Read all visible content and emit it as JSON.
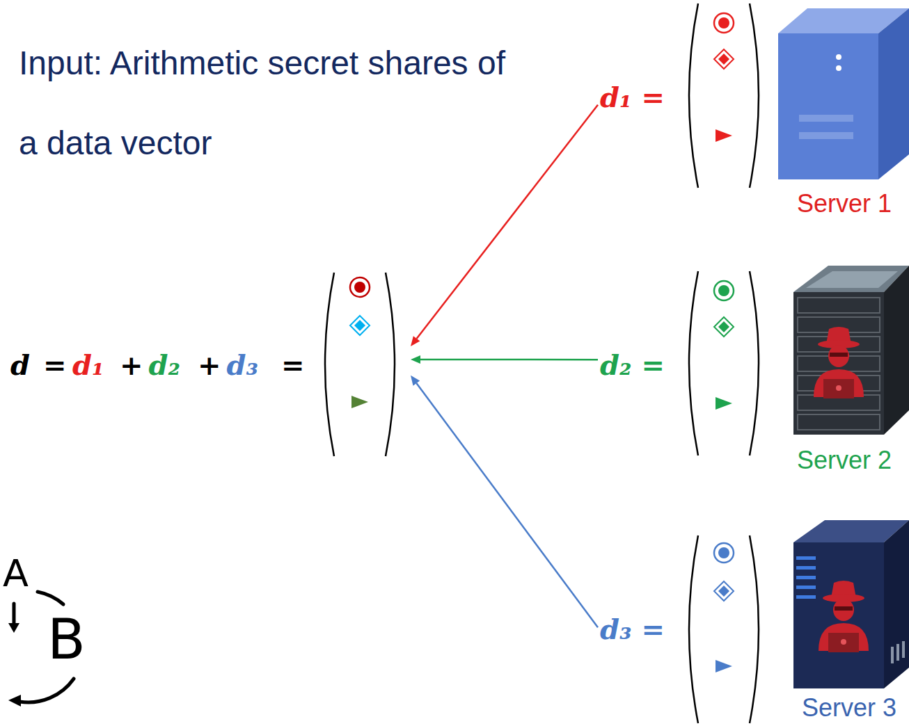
{
  "diagram": {
    "title": "Input: Arithmetic secret shares of a data vector",
    "nodes": [
      {
        "text": [
          "d",
          "=",
          "d₁",
          "+",
          "d₂",
          "+",
          "d₃",
          "="
        ]
      },
      {
        "text": [
          "d₁ ="
        ]
      },
      {
        "text": [
          "Server 1"
        ]
      },
      {
        "text": [
          "d₂ ="
        ]
      },
      {
        "text": [
          "Server 2"
        ]
      },
      {
        "text": [
          "d₃ ="
        ]
      },
      {
        "text": [
          "Server 3"
        ]
      }
    ],
    "edges": [
      {
        "from": 1,
        "to": 0,
        "arrow": "to"
      },
      {
        "from": 3,
        "to": 0,
        "arrow": "to"
      },
      {
        "from": 5,
        "to": 0,
        "arrow": "to"
      }
    ],
    "labels": [
      "A",
      "B"
    ]
  }
}
